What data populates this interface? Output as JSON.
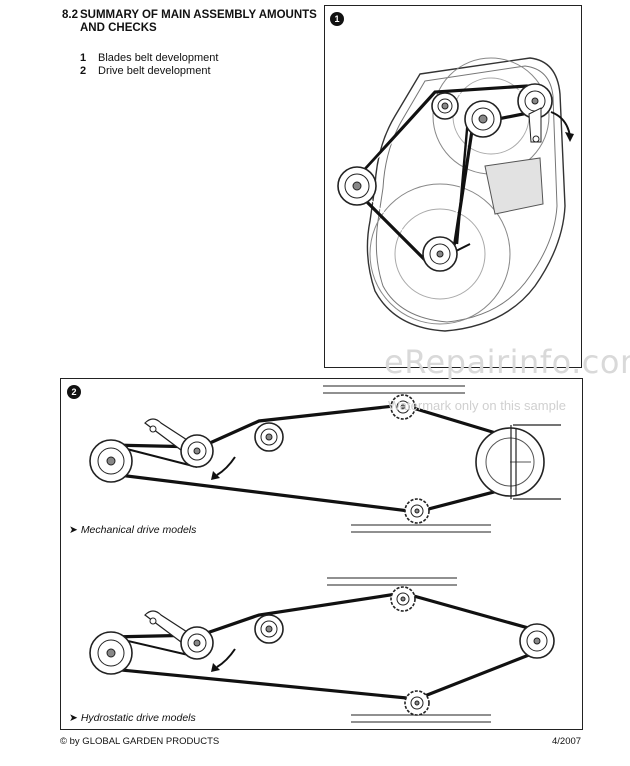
{
  "section": {
    "number": "8.2",
    "title_line1": "SUMMARY OF MAIN ASSEMBLY AMOUNTS",
    "title_line2": "AND CHECKS"
  },
  "legend": [
    {
      "num": "1",
      "text": "Blades belt development"
    },
    {
      "num": "2",
      "text": "Drive belt development"
    }
  ],
  "figure1": {
    "badge": "1"
  },
  "figure2": {
    "badge": "2",
    "caption_mechanical": "Mechanical drive models",
    "caption_hydrostatic": "Hydrostatic drive models",
    "caption_marker": "➤"
  },
  "watermark": {
    "main": "eRepairinfo.com",
    "sub": "Watermark only on this sample"
  },
  "footer": {
    "left": "© by GLOBAL GARDEN PRODUCTS",
    "right": "4/2007"
  }
}
